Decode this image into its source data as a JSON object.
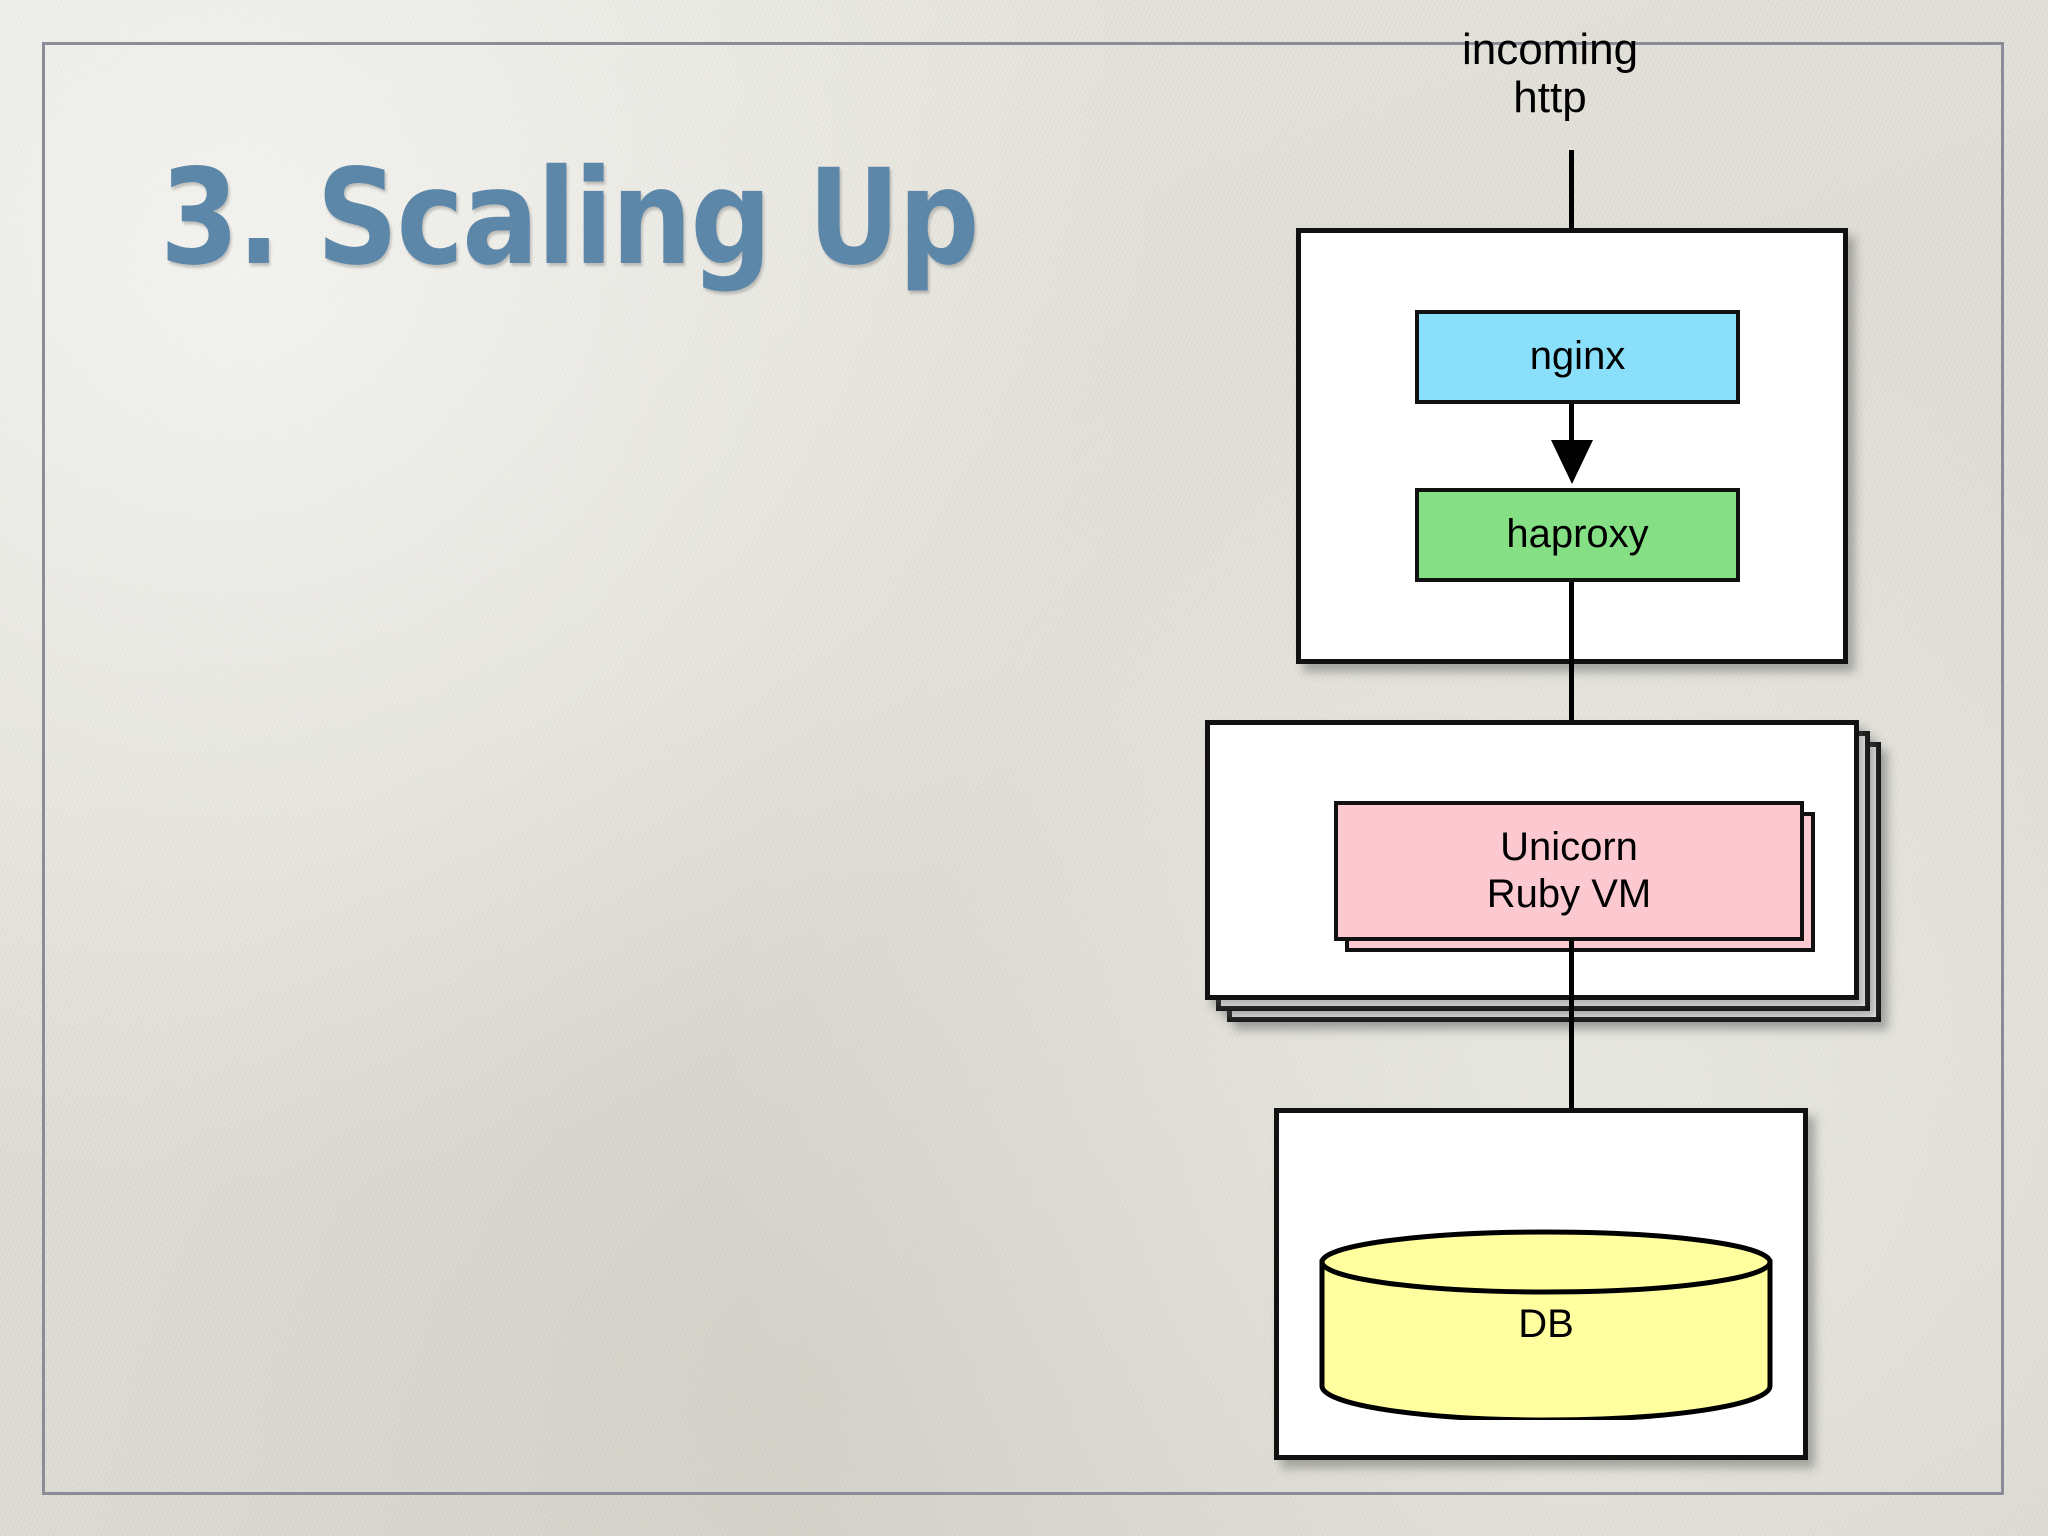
{
  "slide": {
    "title": "3. Scaling Up",
    "title_color": "#5d87a8",
    "background_color": "#dedcd4",
    "frame_color": "#8c8c99"
  },
  "diagram": {
    "entry_label": "incoming\nhttp",
    "nodes": [
      {
        "id": "nginx",
        "label": "nginx",
        "fill": "#8ae0fa",
        "container": "frontend-host",
        "shape": "rect"
      },
      {
        "id": "haproxy",
        "label": "haproxy",
        "fill": "#85e085",
        "container": "frontend-host",
        "shape": "rect"
      },
      {
        "id": "unicorn",
        "label": "Unicorn\nRuby VM",
        "fill": "#fcc9d1",
        "container": "app-host",
        "shape": "rect",
        "stacked": 2
      },
      {
        "id": "db",
        "label": "DB",
        "fill": "#ffffa0",
        "container": "db-host",
        "shape": "cylinder"
      }
    ],
    "containers": [
      {
        "id": "frontend-host",
        "stacked": 1,
        "fill": "#ffffff"
      },
      {
        "id": "app-host",
        "stacked": 3,
        "fill": "#ffffff"
      },
      {
        "id": "db-host",
        "stacked": 1,
        "fill": "#ffffff"
      }
    ],
    "edges": [
      {
        "from": "incoming-http",
        "to": "nginx"
      },
      {
        "from": "nginx",
        "to": "haproxy"
      },
      {
        "from": "haproxy",
        "to": "unicorn"
      },
      {
        "from": "unicorn",
        "to": "db"
      }
    ]
  }
}
